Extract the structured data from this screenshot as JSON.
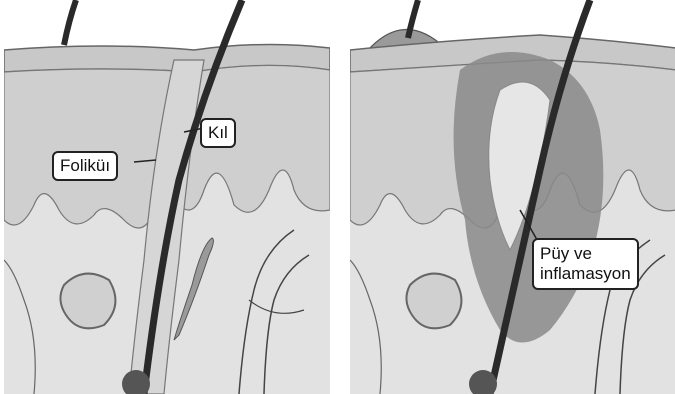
{
  "labels": {
    "hair": "Kıl",
    "follicle": "Foliküı",
    "pus_line1": "Püy ve",
    "pus_line2": "inflamasyon"
  },
  "colors": {
    "skin_light": "#e4e4e4",
    "skin_mid": "#cfcfcf",
    "skin_dark": "#9e9e9e",
    "inflammation": "#8a8a8a",
    "hair": "#2a2a2a",
    "outline": "#555555"
  }
}
